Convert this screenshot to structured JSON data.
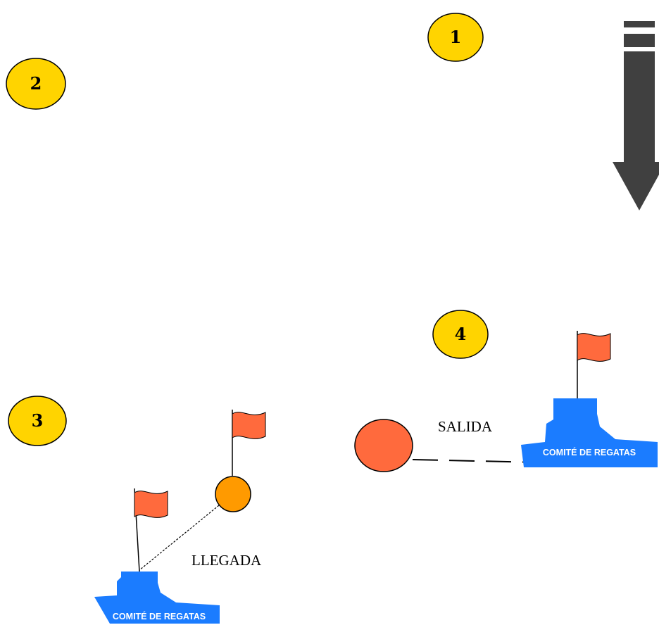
{
  "marks": [
    {
      "id": "mark-1",
      "label": "1"
    },
    {
      "id": "mark-2",
      "label": "2"
    },
    {
      "id": "mark-3",
      "label": "3"
    },
    {
      "id": "mark-4",
      "label": "4"
    }
  ],
  "labels": {
    "start": "SALIDA",
    "finish": "LLEGADA"
  },
  "boats": {
    "committee_label": "COMITÉ DE REGATAS"
  },
  "colors": {
    "mark_fill": "#ffd400",
    "mark_stroke": "#000000",
    "boat_blue": "#1b7cff",
    "flag_red": "#ff6a3d",
    "start_buoy": "#ff6a3d",
    "finish_buoy": "#ff9a00",
    "wind_arrow": "#404040"
  },
  "icons": {
    "wind": "wind-direction-arrow-icon",
    "flag": "flag-icon",
    "boat": "committee-boat-icon"
  }
}
